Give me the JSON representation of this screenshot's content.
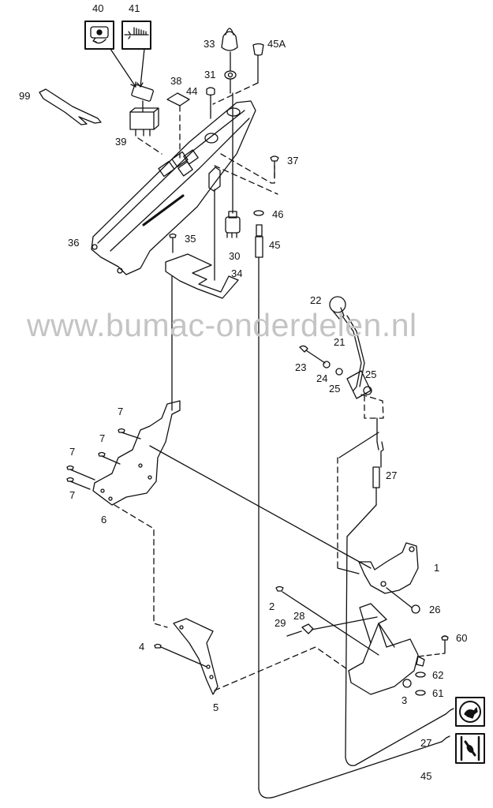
{
  "watermark": {
    "text": "www.bumac-onderdelen.nl",
    "color": "#c4c4c4"
  },
  "colors": {
    "line": "#111111",
    "background": "#ffffff"
  },
  "callouts": {
    "p40": "40",
    "p41": "41",
    "p33": "33",
    "p45A": "45A",
    "p31": "31",
    "p38": "38",
    "p44": "44",
    "p99": "99",
    "p39": "39",
    "p37": "37",
    "p46": "46",
    "p45": "45",
    "p36": "36",
    "p35": "35",
    "p30": "30",
    "p34": "34",
    "p22": "22",
    "p21": "21",
    "p23": "23",
    "p24": "24",
    "p25a": "25",
    "p25b": "25",
    "p7a": "7",
    "p7b": "7",
    "p7c": "7",
    "p7d": "7",
    "p6": "6",
    "p27a": "27",
    "p1": "1",
    "p2": "2",
    "p26": "26",
    "p28": "28",
    "p29": "29",
    "p60": "60",
    "p4": "4",
    "p62": "62",
    "p3": "3",
    "p61": "61",
    "p5": "5",
    "p27b": "27",
    "p45b": "45"
  },
  "icons": {
    "box40": "work-light-icon",
    "box41": "cutting-height-icon",
    "speed": "rabbit-fast-icon",
    "throttle": "cable-adjust-icon"
  }
}
